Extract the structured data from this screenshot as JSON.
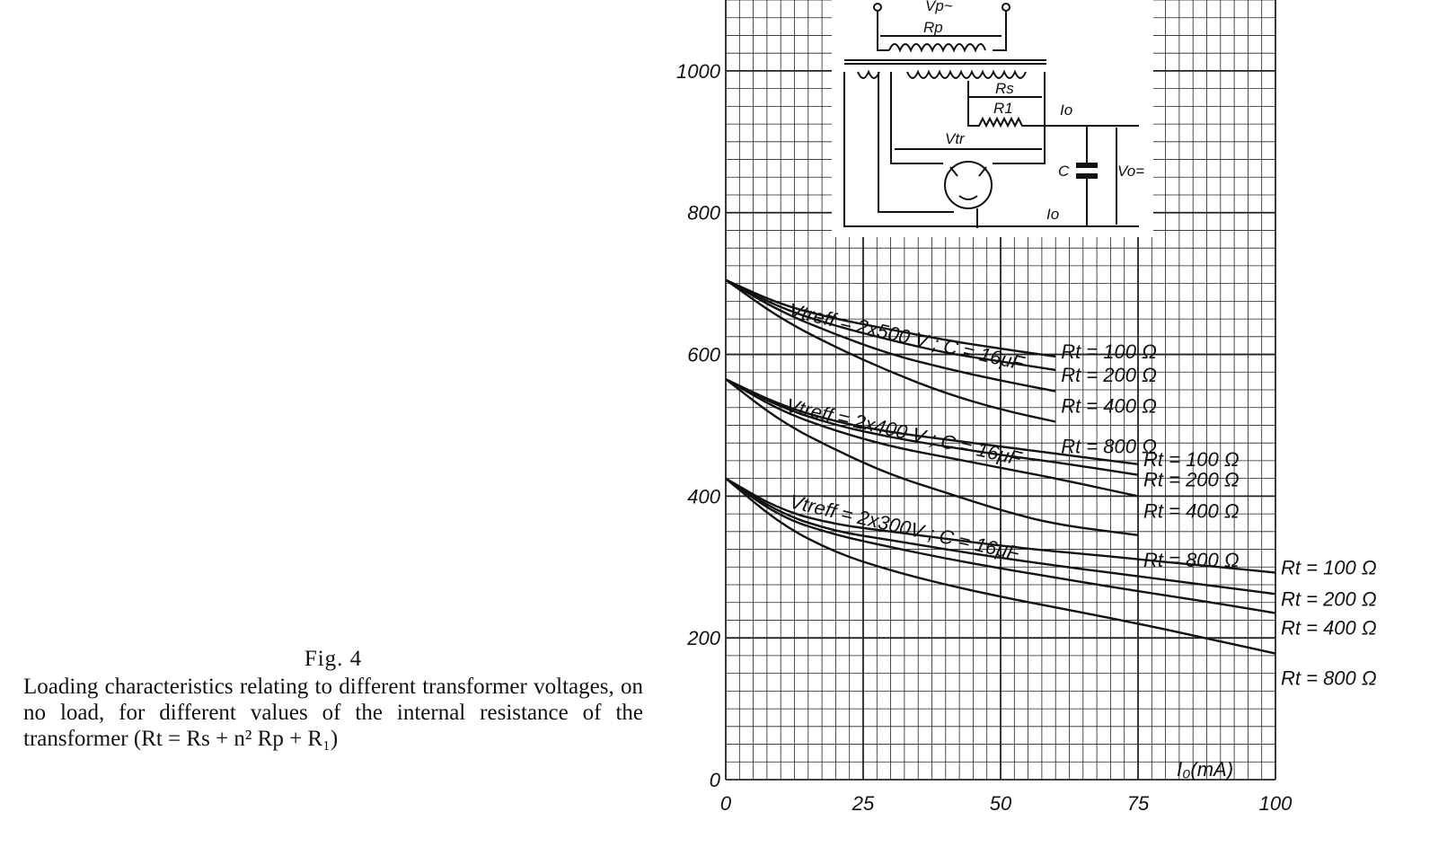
{
  "caption": {
    "fig": "Fig. 4",
    "text": "Loading characteristics relating to different transformer voltages, on no load, for different values of the internal resistance of the transformer (Rt = Rs + n² Rp + R₁)"
  },
  "chart_data": {
    "type": "line",
    "xlabel": "I₀(mA)",
    "ylabel": "",
    "xlim": [
      0,
      100
    ],
    "ylim": [
      0,
      1100
    ],
    "xticks": [
      "0",
      "25",
      "50",
      "75",
      "100"
    ],
    "yticks": [
      {
        "v": 0,
        "label": "0"
      },
      {
        "v": 200,
        "label": "200"
      },
      {
        "v": 400,
        "label": "400"
      },
      {
        "v": 600,
        "label": "600"
      },
      {
        "v": 800,
        "label": "800"
      },
      {
        "v": 1000,
        "label": "1000"
      }
    ],
    "grid": true,
    "groups": [
      {
        "label": "Vtreff = 2x500 V ; C = 16μF",
        "series": [
          {
            "name": "Rt = 100 Ω",
            "x": [
              0,
              10,
              20,
              30,
              40,
              50,
              60
            ],
            "y": [
              705,
              670,
              650,
              635,
              620,
              608,
              597
            ]
          },
          {
            "name": "Rt = 200 Ω",
            "x": [
              0,
              10,
              20,
              30,
              40,
              50,
              60
            ],
            "y": [
              705,
              665,
              640,
              620,
              602,
              590,
              578
            ]
          },
          {
            "name": "Rt = 400 Ω",
            "x": [
              0,
              10,
              20,
              30,
              40,
              50,
              60
            ],
            "y": [
              705,
              660,
              628,
              600,
              580,
              563,
              548
            ]
          },
          {
            "name": "Rt = 800 Ω",
            "x": [
              0,
              10,
              20,
              30,
              40,
              50,
              60
            ],
            "y": [
              705,
              650,
              610,
              575,
              545,
              522,
              505
            ]
          }
        ]
      },
      {
        "label": "Vtreff = 2x400 V ; C = 16μF",
        "series": [
          {
            "name": "Rt = 100 Ω",
            "x": [
              0,
              10,
              20,
              30,
              40,
              50,
              60,
              75
            ],
            "y": [
              565,
              528,
              505,
              490,
              480,
              470,
              460,
              445
            ]
          },
          {
            "name": "Rt = 200 Ω",
            "x": [
              0,
              10,
              20,
              30,
              40,
              50,
              60,
              75
            ],
            "y": [
              565,
              525,
              500,
              483,
              470,
              458,
              448,
              430
            ]
          },
          {
            "name": "Rt = 400 Ω",
            "x": [
              0,
              10,
              20,
              30,
              40,
              50,
              60,
              75
            ],
            "y": [
              565,
              520,
              492,
              470,
              455,
              440,
              425,
              400
            ]
          },
          {
            "name": "Rt = 800 Ω",
            "x": [
              0,
              10,
              20,
              30,
              40,
              50,
              60,
              75
            ],
            "y": [
              565,
              505,
              465,
              430,
              405,
              380,
              360,
              345
            ]
          }
        ]
      },
      {
        "label": "Vtreff = 2x300V ; C = 16μF",
        "series": [
          {
            "name": "Rt = 100 Ω",
            "x": [
              0,
              10,
              20,
              30,
              40,
              50,
              60,
              70,
              80,
              90,
              100
            ],
            "y": [
              425,
              380,
              360,
              350,
              340,
              330,
              322,
              315,
              307,
              300,
              292
            ]
          },
          {
            "name": "Rt = 200 Ω",
            "x": [
              0,
              10,
              20,
              30,
              40,
              50,
              60,
              70,
              80,
              90,
              100
            ],
            "y": [
              425,
              375,
              350,
              338,
              325,
              313,
              302,
              292,
              282,
              272,
              262
            ]
          },
          {
            "name": "Rt = 400 Ω",
            "x": [
              0,
              10,
              20,
              30,
              40,
              50,
              60,
              70,
              80,
              90,
              100
            ],
            "y": [
              425,
              370,
              345,
              328,
              312,
              298,
              285,
              272,
              260,
              248,
              235
            ]
          },
          {
            "name": "Rt = 800 Ω",
            "x": [
              0,
              10,
              20,
              30,
              40,
              50,
              60,
              70,
              80,
              90,
              100
            ],
            "y": [
              425,
              360,
              320,
              295,
              275,
              258,
              243,
              228,
              212,
              195,
              178
            ]
          }
        ]
      }
    ]
  },
  "circuit": {
    "vp": "Vp~",
    "rp": "Rp",
    "rs": "Rs",
    "r1": "R1",
    "io": "Io",
    "vtr": "Vtr",
    "c": "C",
    "vo": "Vo="
  }
}
